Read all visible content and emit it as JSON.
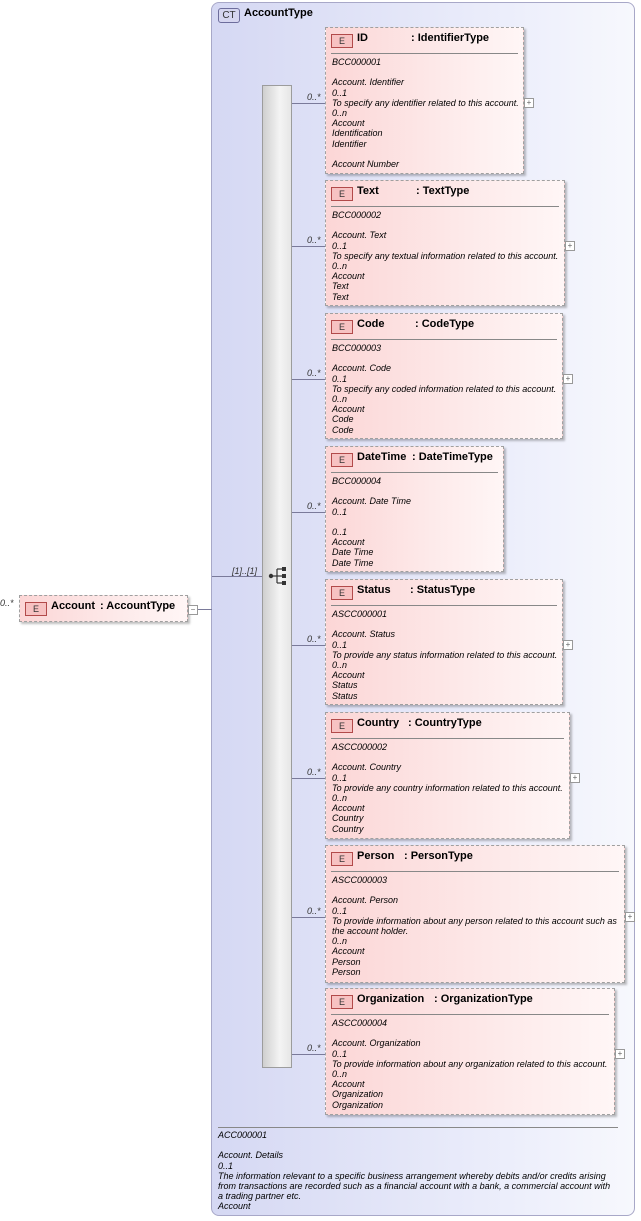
{
  "complex_type": {
    "badge": "CT",
    "name": "AccountType"
  },
  "root": {
    "badge": "E",
    "cardinality": "0..*",
    "name": "Account",
    "type": ": AccountType",
    "collapse": "−"
  },
  "sequence": {
    "cardinality": "[1]..[1]"
  },
  "elements": [
    {
      "badge": "E",
      "cardinality": "0..*",
      "name": "ID",
      "type": ": IdentifierType",
      "lines": [
        "BCC000001",
        "",
        "Account. Identifier",
        "0..1",
        "To specify any identifier related to this account.",
        "0..n",
        "Account",
        "Identification",
        "Identifier",
        "",
        "Account Number"
      ],
      "expand": "+"
    },
    {
      "badge": "E",
      "cardinality": "0..*",
      "name": "Text",
      "type": ": TextType",
      "lines": [
        "BCC000002",
        "",
        "Account. Text",
        "0..1",
        "To specify any textual information related to this account.",
        "0..n",
        "Account",
        "Text",
        "Text"
      ],
      "expand": "+"
    },
    {
      "badge": "E",
      "cardinality": "0..*",
      "name": "Code",
      "type": ": CodeType",
      "lines": [
        "BCC000003",
        "",
        "Account. Code",
        "0..1",
        "To specify any coded information related to this account.",
        "0..n",
        "Account",
        "Code",
        "Code"
      ],
      "expand": "+"
    },
    {
      "badge": "E",
      "cardinality": "0..*",
      "name": "DateTime",
      "type": ": DateTimeType",
      "lines": [
        "BCC000004",
        "",
        "Account. Date Time",
        "0..1",
        "",
        "0..1",
        "Account",
        "Date Time",
        "Date Time"
      ],
      "expand": ""
    },
    {
      "badge": "E",
      "cardinality": "0..*",
      "name": "Status",
      "type": ": StatusType",
      "lines": [
        "ASCC000001",
        "",
        "Account. Status",
        "0..1",
        "To provide any status information related to this account.",
        "0..n",
        "Account",
        "Status",
        "Status"
      ],
      "expand": "+"
    },
    {
      "badge": "E",
      "cardinality": "0..*",
      "name": "Country",
      "type": ": CountryType",
      "lines": [
        "ASCC000002",
        "",
        "Account. Country",
        "0..1",
        "To provide any country information related to this account.",
        "0..n",
        "Account",
        "Country",
        "Country"
      ],
      "expand": "+"
    },
    {
      "badge": "E",
      "cardinality": "0..*",
      "name": "Person",
      "type": ": PersonType",
      "lines": [
        "ASCC000003",
        "",
        "Account. Person",
        "0..1",
        "To provide information about any person related to this account such as",
        "the account holder.",
        "0..n",
        "Account",
        "Person",
        "Person"
      ],
      "expand": "+"
    },
    {
      "badge": "E",
      "cardinality": "0..*",
      "name": "Organization",
      "type": ": OrganizationType",
      "lines": [
        "ASCC000004",
        "",
        "Account. Organization",
        "0..1",
        "To provide information about any organization related to this account.",
        "0..n",
        "Account",
        "Organization",
        "Organization"
      ],
      "expand": "+"
    }
  ],
  "footer": {
    "lines": [
      "ACC000001",
      "",
      "Account. Details",
      "0..1",
      "The information relevant to a specific business arrangement whereby debits and/or credits arising",
      "from transactions are recorded such as a financial account with a bank, a commercial account with",
      "a trading partner etc.",
      "Account"
    ]
  }
}
